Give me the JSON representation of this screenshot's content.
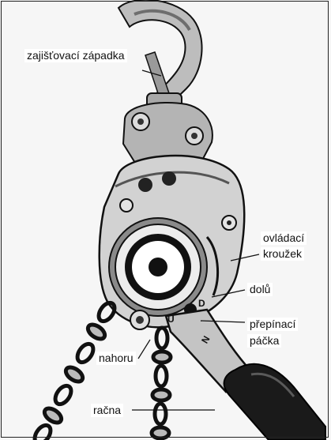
{
  "labels": {
    "safety_latch": "zajišťovací západka",
    "control_ring_line1": "ovládací",
    "control_ring_line2": "kroužek",
    "down": "dolů",
    "switch_lever_line1": "přepínací",
    "switch_lever_line2": "páčka",
    "up": "nahoru",
    "ratchet": "račna"
  },
  "housing_marks": {
    "down_letter": "D",
    "up_letter": "U",
    "neutral_letter": "N"
  },
  "colors": {
    "ink": "#111111",
    "metal": "#c9c9c9",
    "metal_dark": "#6e6e6e",
    "handle": "#1a1a1a"
  }
}
